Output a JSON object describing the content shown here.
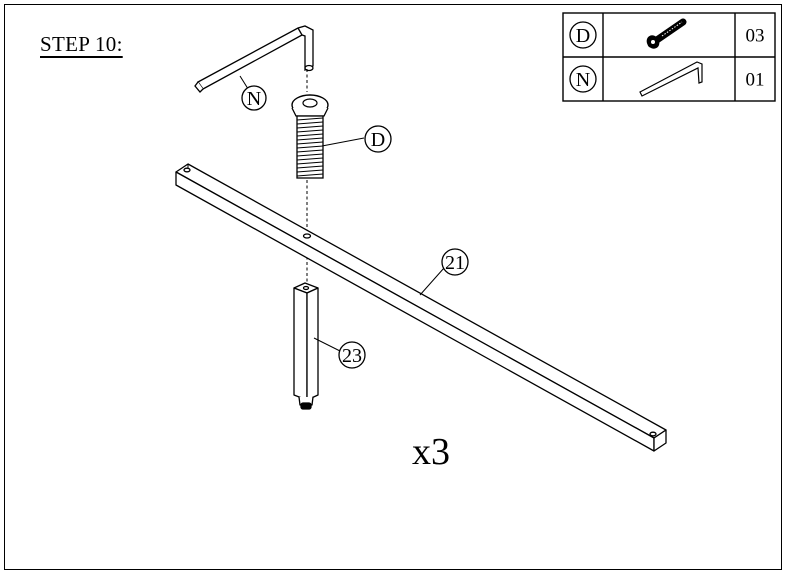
{
  "step": {
    "title": "STEP 10:"
  },
  "quantity": "x3",
  "parts_table": [
    {
      "id": "D",
      "name": "bolt",
      "count": "03"
    },
    {
      "id": "N",
      "name": "allen-key",
      "count": "01"
    }
  ],
  "callouts": {
    "allen_key": "N",
    "bolt": "D",
    "rail": "21",
    "leg": "23"
  }
}
